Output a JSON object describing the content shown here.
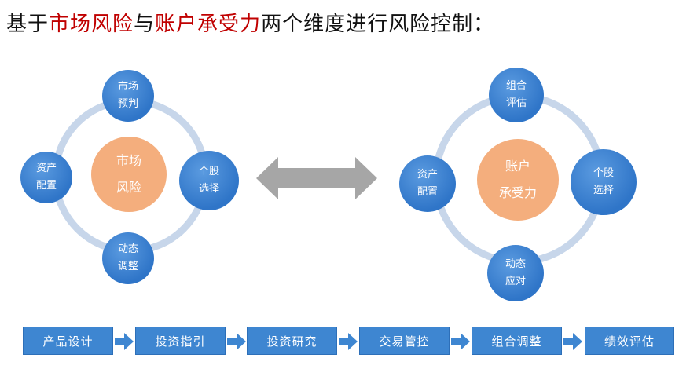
{
  "title": {
    "part1": "基于",
    "market_risk": "市场风险",
    "part2": "与",
    "account_capacity": "账户承受力",
    "part3": "两个维度进行风险控制："
  },
  "left_cycle": {
    "center": [
      "市场",
      "风险"
    ],
    "nodes": {
      "top": [
        "市场",
        "预判"
      ],
      "right": [
        "个股",
        "选择"
      ],
      "bottom": [
        "动态",
        "调整"
      ],
      "left": [
        "资产",
        "配置"
      ]
    }
  },
  "right_cycle": {
    "center": [
      "账户",
      "承受力"
    ],
    "nodes": {
      "top": [
        "组合",
        "评估"
      ],
      "right": [
        "个股",
        "选择"
      ],
      "bottom": [
        "动态",
        "应对"
      ],
      "left": [
        "资产",
        "配置"
      ]
    }
  },
  "process": [
    "产品设计",
    "投资指引",
    "投资研究",
    "交易管控",
    "组合调整",
    "绩效评估"
  ],
  "colors": {
    "highlight": "#c00000",
    "node": "#2f75c8",
    "center": "#f4ae7d",
    "ring": "#c7d6ea",
    "arrow": "#a6a6a6",
    "step": "#3e86d1"
  }
}
